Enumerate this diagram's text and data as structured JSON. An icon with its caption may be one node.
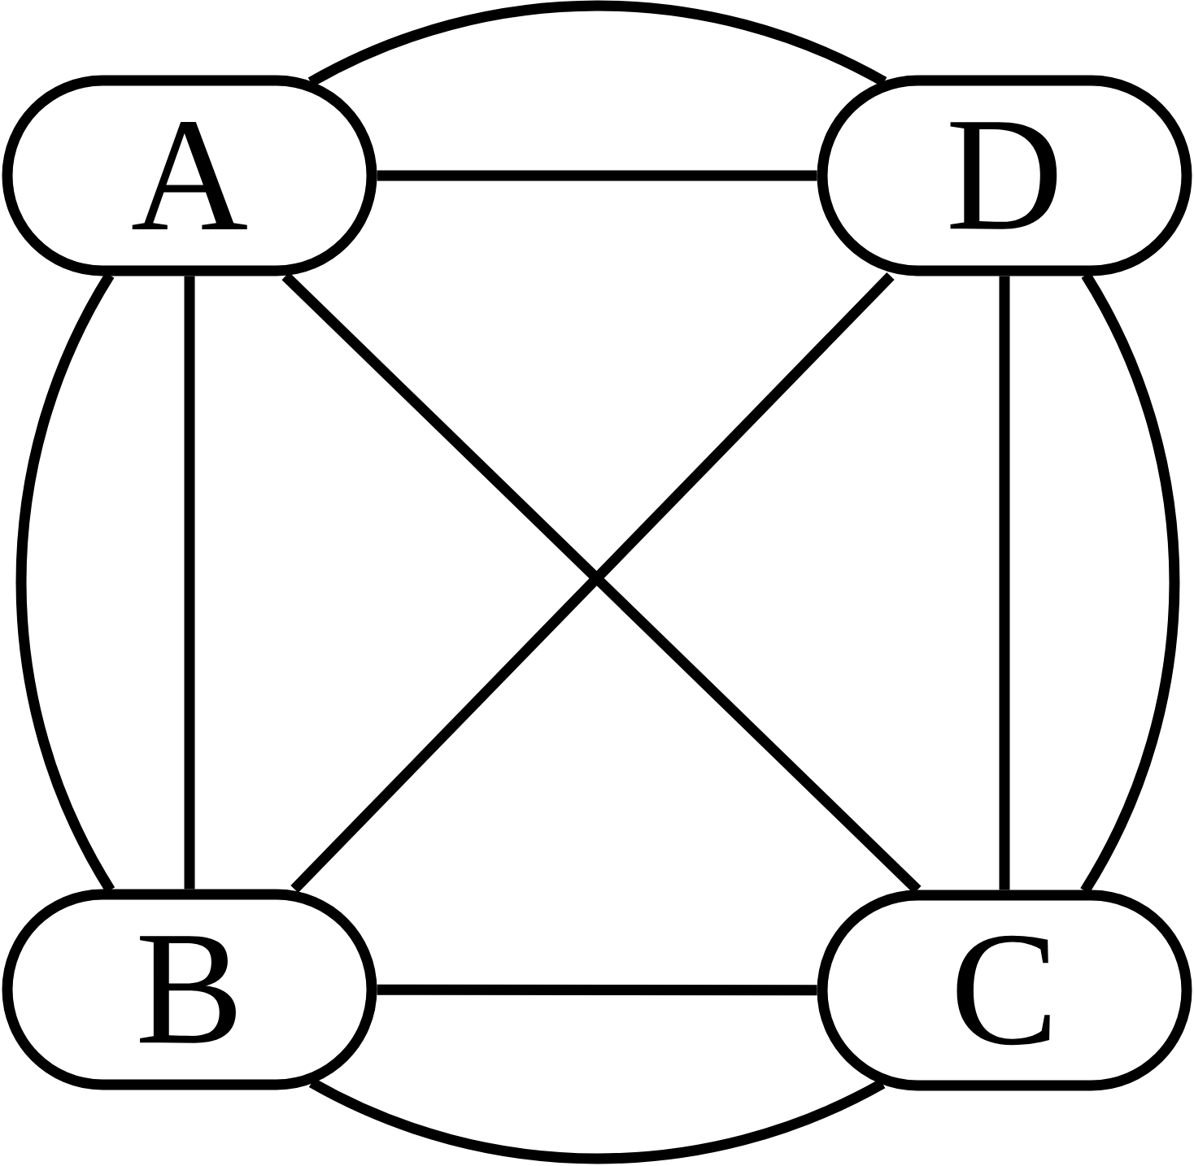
{
  "diagram": {
    "nodes": [
      {
        "text": [
          "A"
        ]
      },
      {
        "text": [
          "D"
        ]
      },
      {
        "text": [
          "B"
        ]
      },
      {
        "text": [
          "C"
        ]
      }
    ],
    "edges": [
      {
        "from": 0,
        "to": 1,
        "arrow": "none"
      },
      {
        "from": 0,
        "to": 2,
        "arrow": "none"
      },
      {
        "from": 0,
        "to": 3,
        "arrow": "none"
      },
      {
        "from": 1,
        "to": 2,
        "arrow": "none"
      },
      {
        "from": 1,
        "to": 3,
        "arrow": "none"
      },
      {
        "from": 2,
        "to": 3,
        "arrow": "none"
      },
      {
        "from": 0,
        "to": 1,
        "arrow": "none"
      },
      {
        "from": 1,
        "to": 3,
        "arrow": "none"
      },
      {
        "from": 3,
        "to": 2,
        "arrow": "none"
      },
      {
        "from": 2,
        "to": 0,
        "arrow": "none"
      }
    ]
  }
}
